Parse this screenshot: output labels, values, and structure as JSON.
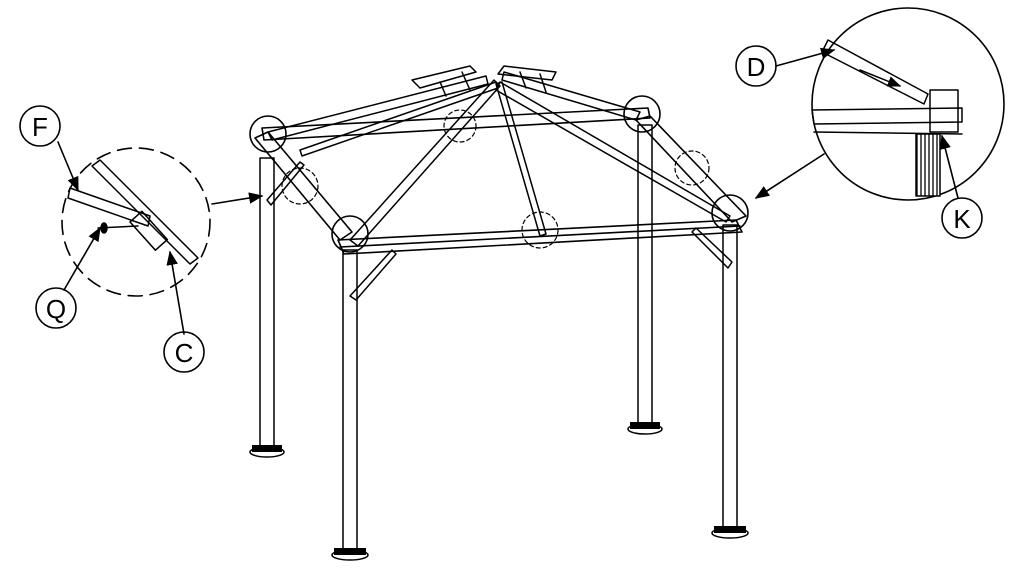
{
  "diagram": {
    "callouts": [
      {
        "id": "F",
        "text": "F"
      },
      {
        "id": "Q",
        "text": "Q"
      },
      {
        "id": "C",
        "text": "C"
      },
      {
        "id": "D",
        "text": "D"
      },
      {
        "id": "K",
        "text": "K"
      }
    ]
  }
}
